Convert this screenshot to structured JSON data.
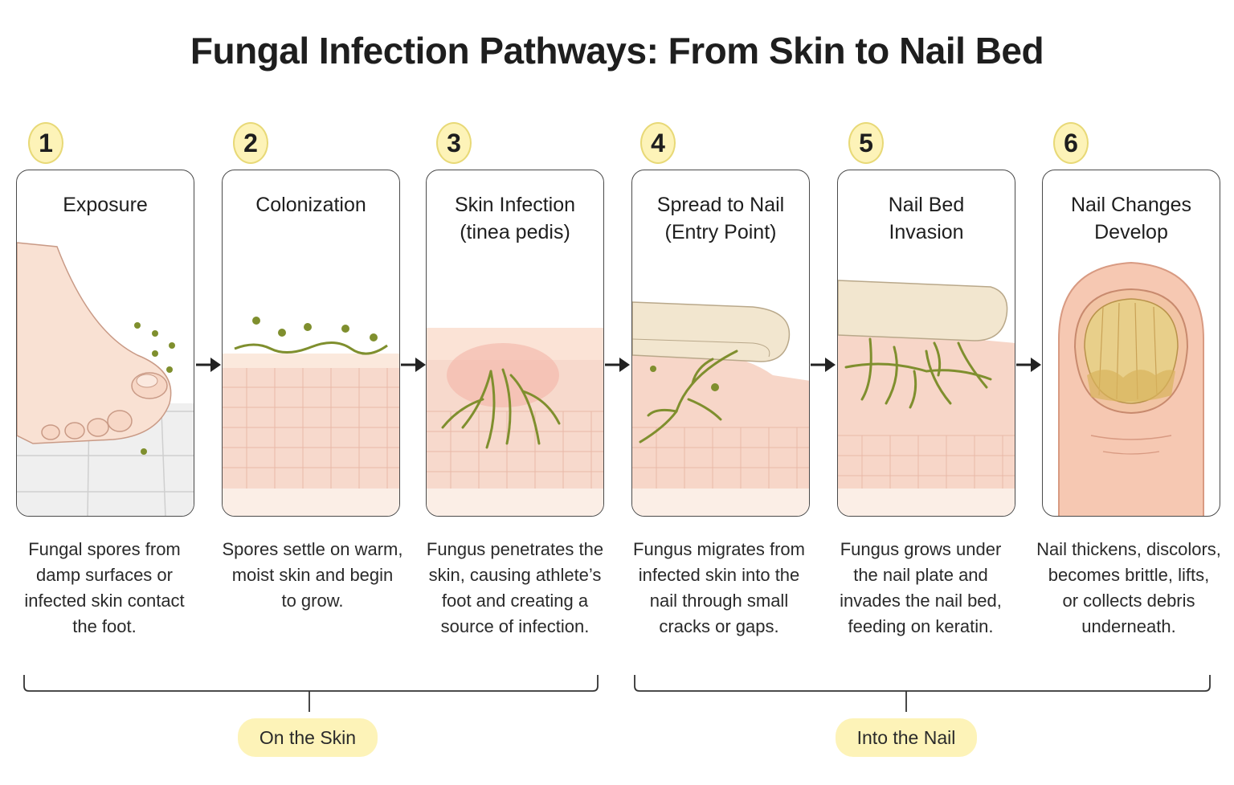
{
  "title": "Fungal Infection Pathways: From Skin to Nail Bed",
  "steps": [
    {
      "number": "1",
      "title": "Exposure",
      "description": "Fungal spores from\ndamp surfaces or\ninfected skin contact\nthe foot."
    },
    {
      "number": "2",
      "title": "Colonization",
      "description": "Spores settle on warm,\nmoist skin and begin\nto grow."
    },
    {
      "number": "3",
      "title": "Skin Infection\n(tinea pedis)",
      "description": "Fungus penetrates the\nskin, causing athlete’s\nfoot and creating a\nsource of infection."
    },
    {
      "number": "4",
      "title": "Spread to Nail\n(Entry Point)",
      "description": "Fungus migrates from\ninfected skin into the\nnail through small\ncracks or gaps."
    },
    {
      "number": "5",
      "title": "Nail Bed\nInvasion",
      "description": "Fungus grows under\nthe nail plate and\ninvades the nail bed,\nfeeding on keratin."
    },
    {
      "number": "6",
      "title": "Nail Changes\nDevelop",
      "description": "Nail thickens, discolors,\nbecomes brittle, lifts,\nor collects debris\nunderneath."
    }
  ],
  "groups": [
    {
      "label": "On the Skin"
    },
    {
      "label": "Into the Nail"
    }
  ],
  "colors": {
    "badge_fill": "#fdf3b8",
    "skin": "#f6d4c4",
    "fungus": "#7f8f2e",
    "nail": "#f2e6cf",
    "infected_nail": "#e4c77a"
  }
}
